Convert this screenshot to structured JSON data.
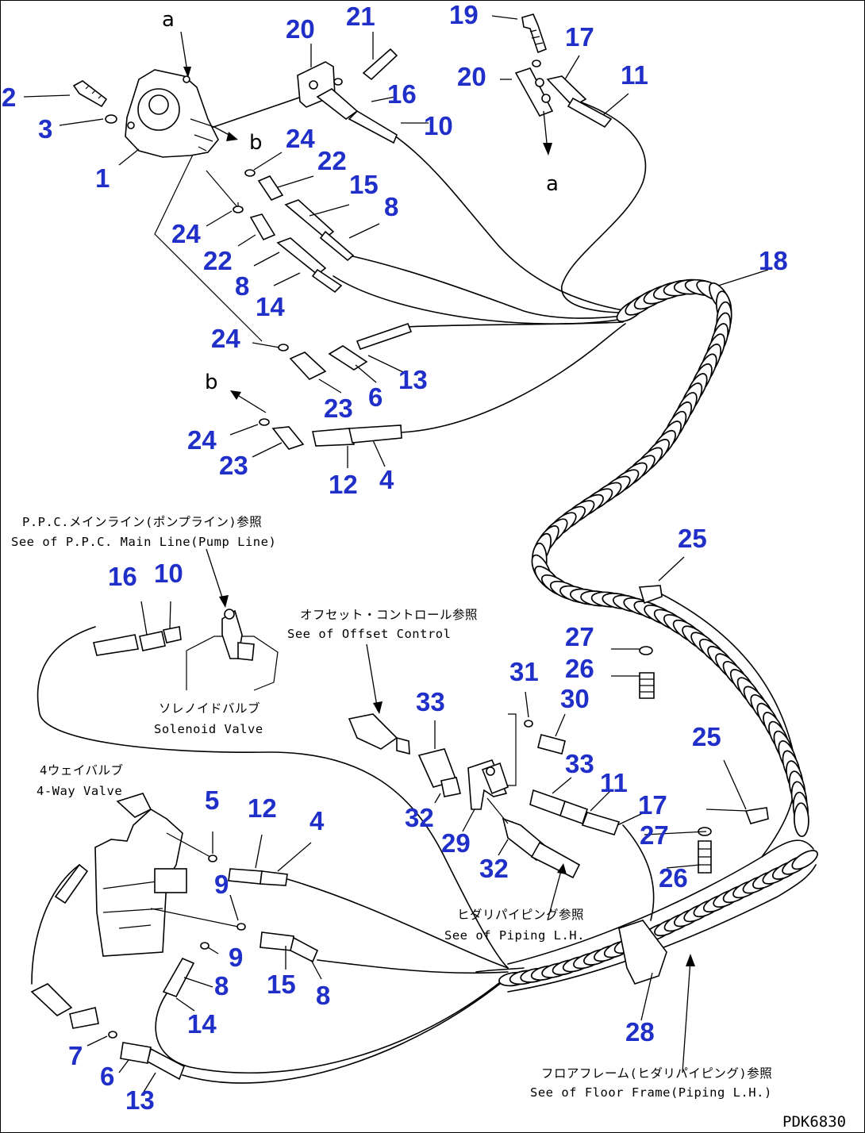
{
  "callouts": [
    {
      "id": "c1",
      "text": "1"
    },
    {
      "id": "c2",
      "text": "2"
    },
    {
      "id": "c3",
      "text": "3"
    },
    {
      "id": "c4a",
      "text": "4"
    },
    {
      "id": "c4b",
      "text": "4"
    },
    {
      "id": "c5",
      "text": "5"
    },
    {
      "id": "c6a",
      "text": "6"
    },
    {
      "id": "c6b",
      "text": "6"
    },
    {
      "id": "c7",
      "text": "7"
    },
    {
      "id": "c8a",
      "text": "8"
    },
    {
      "id": "c8b",
      "text": "8"
    },
    {
      "id": "c8c",
      "text": "8"
    },
    {
      "id": "c8d",
      "text": "8"
    },
    {
      "id": "c9a",
      "text": "9"
    },
    {
      "id": "c9b",
      "text": "9"
    },
    {
      "id": "c10a",
      "text": "10"
    },
    {
      "id": "c10b",
      "text": "10"
    },
    {
      "id": "c11a",
      "text": "11"
    },
    {
      "id": "c11b",
      "text": "11"
    },
    {
      "id": "c12a",
      "text": "12"
    },
    {
      "id": "c12b",
      "text": "12"
    },
    {
      "id": "c13a",
      "text": "13"
    },
    {
      "id": "c13b",
      "text": "13"
    },
    {
      "id": "c14a",
      "text": "14"
    },
    {
      "id": "c14b",
      "text": "14"
    },
    {
      "id": "c15a",
      "text": "15"
    },
    {
      "id": "c15b",
      "text": "15"
    },
    {
      "id": "c16a",
      "text": "16"
    },
    {
      "id": "c16b",
      "text": "16"
    },
    {
      "id": "c17a",
      "text": "17"
    },
    {
      "id": "c17b",
      "text": "17"
    },
    {
      "id": "c18",
      "text": "18"
    },
    {
      "id": "c19",
      "text": "19"
    },
    {
      "id": "c20a",
      "text": "20"
    },
    {
      "id": "c20b",
      "text": "20"
    },
    {
      "id": "c21",
      "text": "21"
    },
    {
      "id": "c22a",
      "text": "22"
    },
    {
      "id": "c22b",
      "text": "22"
    },
    {
      "id": "c23a",
      "text": "23"
    },
    {
      "id": "c23b",
      "text": "23"
    },
    {
      "id": "c24a",
      "text": "24"
    },
    {
      "id": "c24b",
      "text": "24"
    },
    {
      "id": "c24c",
      "text": "24"
    },
    {
      "id": "c24d",
      "text": "24"
    },
    {
      "id": "c25a",
      "text": "25"
    },
    {
      "id": "c25b",
      "text": "25"
    },
    {
      "id": "c26a",
      "text": "26"
    },
    {
      "id": "c26b",
      "text": "26"
    },
    {
      "id": "c27a",
      "text": "27"
    },
    {
      "id": "c27b",
      "text": "27"
    },
    {
      "id": "c28",
      "text": "28"
    },
    {
      "id": "c29",
      "text": "29"
    },
    {
      "id": "c30",
      "text": "30"
    },
    {
      "id": "c31",
      "text": "31"
    },
    {
      "id": "c32a",
      "text": "32"
    },
    {
      "id": "c32b",
      "text": "32"
    },
    {
      "id": "c33a",
      "text": "33"
    },
    {
      "id": "c33b",
      "text": "33"
    }
  ],
  "reference_letters": {
    "a_top": "a",
    "b_top": "b",
    "a_right": "a",
    "b_lower": "b"
  },
  "notes": {
    "ppc_jp": "P.P.C.メインライン(ポンプライン)参照",
    "ppc_en": "See of P.P.C. Main Line(Pump Line)",
    "solenoid_jp": "ソレノイドバルブ",
    "solenoid_en": "Solenoid Valve",
    "valve4_jp": "4ウェイバルブ",
    "valve4_en": "4-Way Valve",
    "offset_jp": "オフセット・コントロール参照",
    "offset_en": "See of Offset Control",
    "piping_jp": "ヒダリパイピング参照",
    "piping_en": "See of Piping L.H.",
    "floor_jp": "フロアフレーム(ヒダリパイピング)参照",
    "floor_en": "See of Floor Frame(Piping L.H.)"
  },
  "drawing_code": "PDK6830",
  "colors": {
    "callout": "#1f2fc8",
    "line": "#000000",
    "background": "#ffffff"
  }
}
